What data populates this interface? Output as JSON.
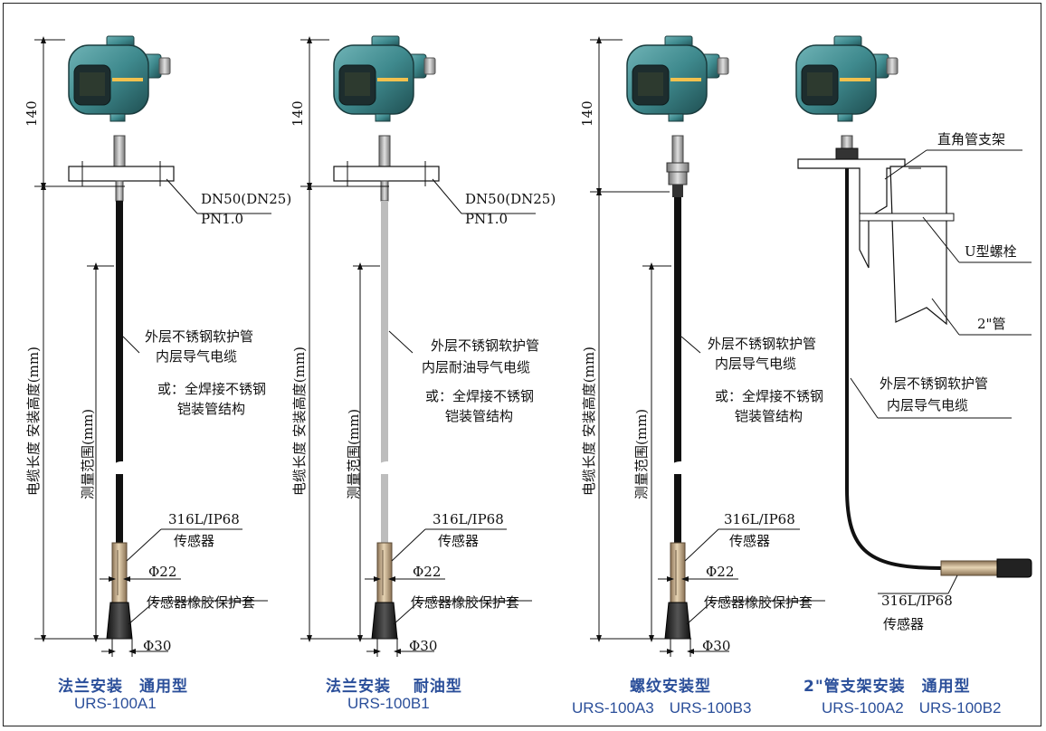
{
  "labels": {
    "dim_140": "140",
    "flange": "DN50(DN25)",
    "pressure": "PN1.0",
    "cable_length": "电缆长度 安装高度(mm)",
    "measure_range": "测量范围(mm)",
    "outer_hose": "外层不锈钢软护管",
    "inner_cable": "内层导气电缆",
    "inner_cable_oil": "内层耐油导气电缆",
    "alt_structure_1": "或：全焊接不锈钢",
    "alt_structure_2": "铠装管结构",
    "sensor_material": "316L/IP68",
    "sensor": "传感器",
    "phi22": "Φ22",
    "rubber_sleeve": "传感器橡胶保护套",
    "phi30": "Φ30",
    "bracket": "直角管支架",
    "u_bolt": "U型螺栓",
    "pipe": "2\"管"
  },
  "captions": {
    "a1_title": "法兰安装　通用型",
    "a1_model": "URS-100A1",
    "b1_title": "法兰安装　 耐油型",
    "b1_model": "URS-100B1",
    "thread_title": "螺纹安装型",
    "thread_models": "URS-100A3　URS-100B3",
    "pipe_title": "2\"管支架安装　通用型",
    "pipe_models": "URS-100A2　URS-100B2"
  },
  "colors": {
    "housing": "#3f8a8e",
    "housing_dark": "#1f4f52",
    "cable_black": "#111111",
    "cable_grey": "#bdbdbd",
    "sensor_metal": "#c9b08a",
    "rubber": "#2a2a2a",
    "caption_blue": "#2b4f9a"
  }
}
